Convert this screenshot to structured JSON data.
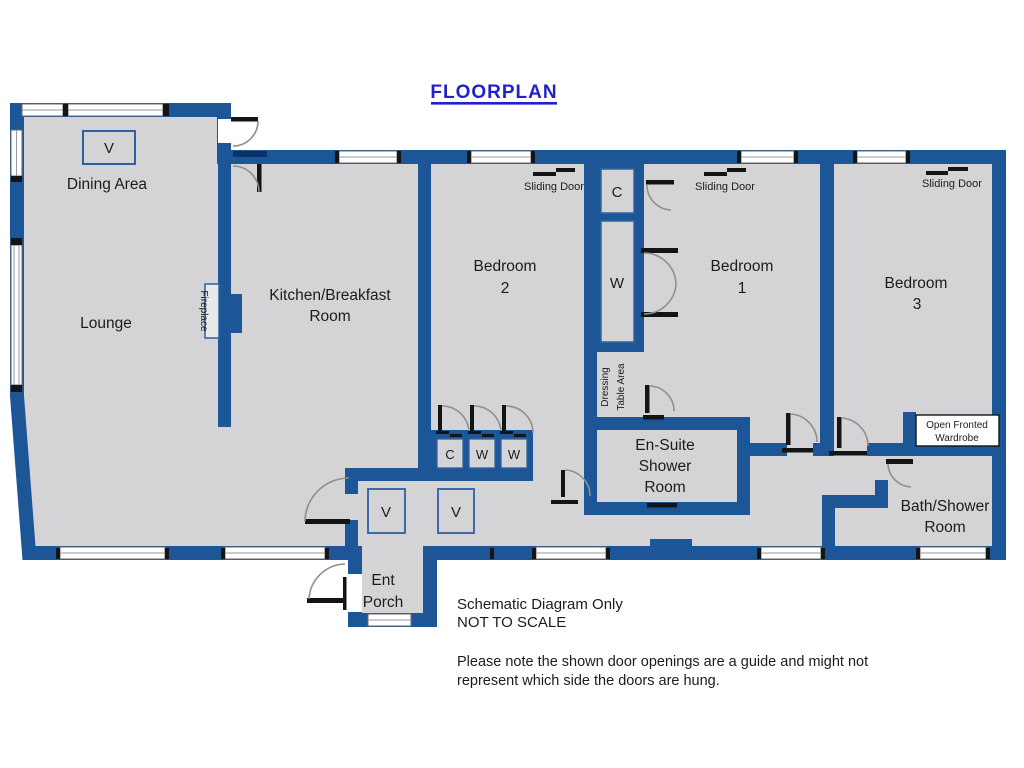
{
  "title": "FLOORPLAN",
  "colors": {
    "wall_blue": "#1d5697",
    "wall_dark": "#0c3367",
    "floor_gray": "#d4d4d6",
    "title_blue": "#2121cc",
    "door_arc_gray": "#8f8f8f",
    "black": "#141414"
  },
  "rooms": {
    "dining": {
      "label": "Dining Area"
    },
    "lounge": {
      "label": "Lounge"
    },
    "kitchen": {
      "line1": "Kitchen/Breakfast",
      "line2": "Room"
    },
    "bedroom2": {
      "line1": "Bedroom",
      "line2": "2"
    },
    "bedroom1": {
      "line1": "Bedroom",
      "line2": "1"
    },
    "bedroom3": {
      "line1": "Bedroom",
      "line2": "3"
    },
    "ensuite": {
      "line1": "En-Suite",
      "line2": "Shower",
      "line3": "Room"
    },
    "bath": {
      "line1": "Bath/Shower",
      "line2": "Room"
    },
    "porch": {
      "line1": "Ent",
      "line2": "Porch"
    }
  },
  "features": {
    "sliding_door": "Sliding Door",
    "cupboard": "C",
    "wardrobe": "W",
    "velux": "V",
    "fireplace": "Fireplace",
    "dressing": {
      "line1": "Dressing",
      "line2": "Table Area"
    },
    "open_wardrobe": {
      "line1": "Open Fronted",
      "line2": "Wardrobe"
    }
  },
  "notes": {
    "line1": "Schematic Diagram Only",
    "line2": "NOT TO SCALE",
    "line3": "Please note the shown door openings  are a guide and might not",
    "line4": "represent which side the doors are hung."
  }
}
